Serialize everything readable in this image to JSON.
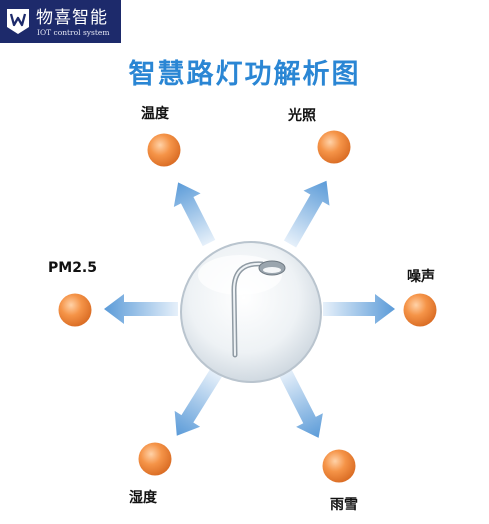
{
  "logo": {
    "name": "物喜智能",
    "subtitle": "IOT control system"
  },
  "title": "智慧路灯功解析图",
  "center": {
    "icon": "street-lamp-icon"
  },
  "features": [
    {
      "id": "temperature",
      "label": "温度"
    },
    {
      "id": "illumination",
      "label": "光照"
    },
    {
      "id": "pm25",
      "label": "PM2.5"
    },
    {
      "id": "noise",
      "label": "噪声"
    },
    {
      "id": "humidity",
      "label": "湿度"
    },
    {
      "id": "rain-snow",
      "label": "雨雪"
    }
  ],
  "colors": {
    "title": "#2a86d4",
    "node": "#f08a3c",
    "arrow": "#6aa6dc",
    "logo_bg": "#1d2a6b"
  }
}
